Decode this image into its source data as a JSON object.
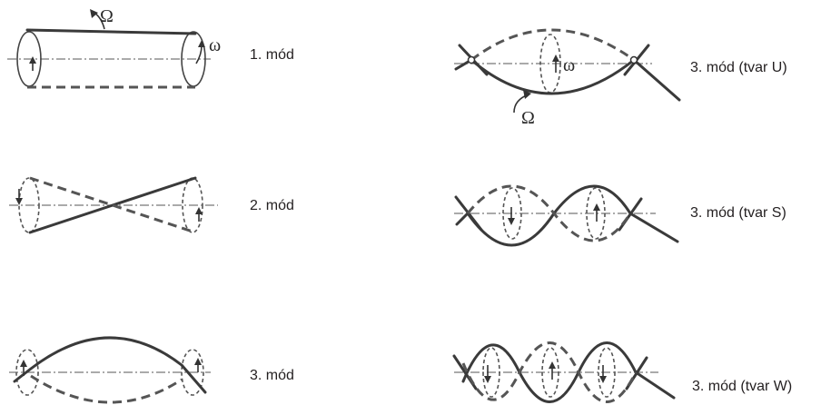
{
  "labels": {
    "mode1": "1. mód",
    "mode2": "2. mód",
    "mode3": "3. mód",
    "mode3u": "3. mód (tvar U)",
    "mode3s": "3. mód (tvar S)",
    "mode3w": "3. mód (tvar W)"
  },
  "symbols": {
    "whirl": "Ω",
    "spin": "ω"
  }
}
